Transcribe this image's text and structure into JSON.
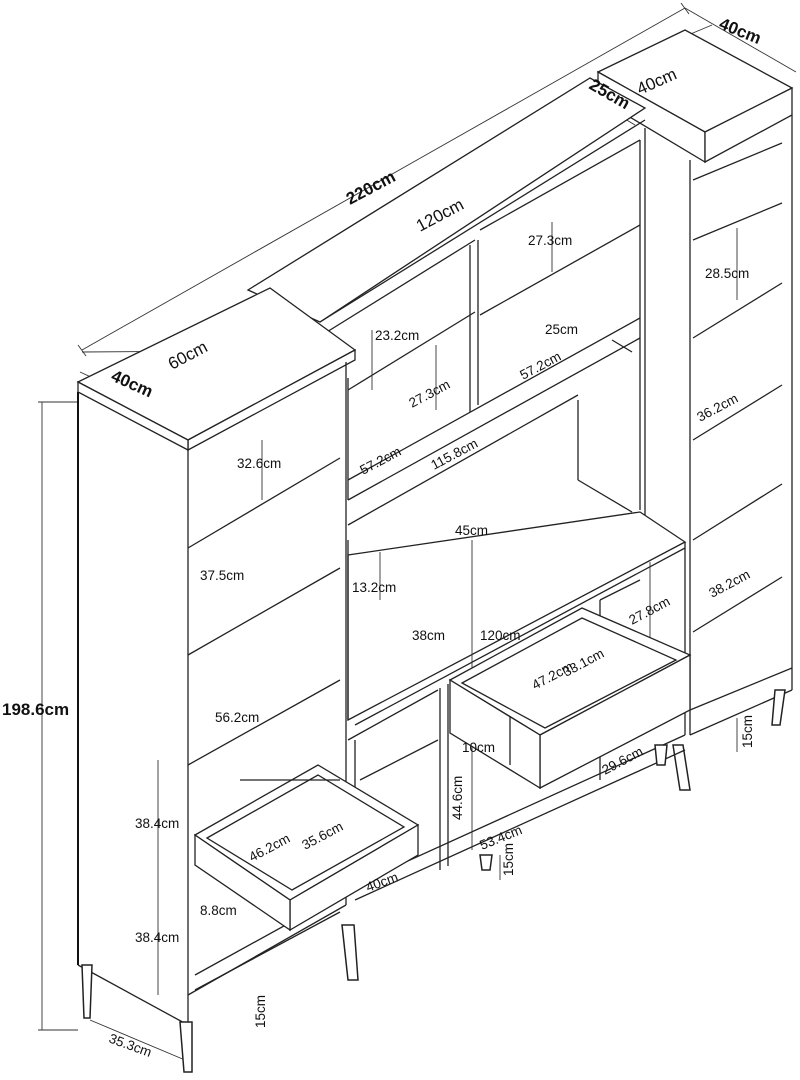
{
  "labels": {
    "overall_width": "220cm",
    "middle_width": "120cm",
    "right_depth": "40cm",
    "right_width": "40cm",
    "middle_depth": "25cm",
    "left_width": "60cm",
    "left_depth": "40cm",
    "height": "198.6cm",
    "leg_span": "35.3cm",
    "left_leg": "15cm",
    "mid_leg": "15cm",
    "right_leg": "15cm",
    "l_shelf1": "32.6cm",
    "l_shelf2": "37.5cm",
    "l_shelf3": "56.2cm",
    "l_door_top": "38.4cm",
    "l_door_bottom": "38.4cm",
    "l_drawer_w": "46.2cm",
    "l_drawer_d": "35.6cm",
    "l_drawer_h": "8.8cm",
    "l_drawer_depth": "40cm",
    "m_top_h1": "23.2cm",
    "m_top_h2": "27.3cm",
    "m_top_h3": "27.3cm",
    "m_top_h4": "25cm",
    "m_top_w1": "57.2cm",
    "m_top_w2": "57.2cm",
    "m_inner_w": "115.8cm",
    "m_desk_d": "45cm",
    "m_desk_h": "13.2cm",
    "m_desk_d2": "38cm",
    "m_desk_w": "120cm",
    "m_right_h": "27.8cm",
    "m_drawer_inner": "33.1cm",
    "m_drawer_w": "47.2cm",
    "m_drawer_h": "10cm",
    "m_drawer_offset": "29.6cm",
    "m_low_h": "44.6cm",
    "m_low_w": "53.4cm",
    "r_shelf1": "28.5cm",
    "r_shelf2": "36.2cm",
    "r_shelf3": "38.2cm"
  }
}
